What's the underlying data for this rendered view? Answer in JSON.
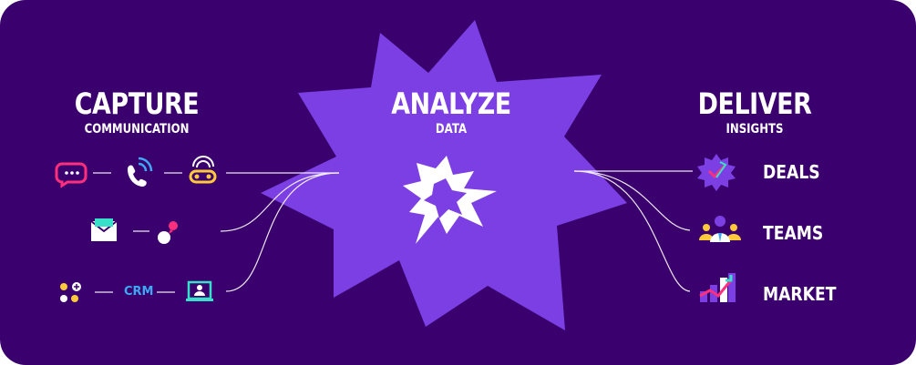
{
  "capture": {
    "title": "CAPTURE",
    "subtitle": "COMMUNICATION"
  },
  "analyze": {
    "title": "ANALYZE",
    "subtitle": "DATA"
  },
  "deliver": {
    "title": "DELIVER",
    "subtitle": "INSIGHTS"
  },
  "sources": {
    "crm_label": "CRM"
  },
  "outputs": [
    {
      "label": "DEALS",
      "icon": "badge-check-icon"
    },
    {
      "label": "TEAMS",
      "icon": "team-people-icon"
    },
    {
      "label": "MARKET",
      "icon": "growth-chart-icon"
    }
  ],
  "colors": {
    "background": "#3a006d",
    "star": "#7b3fe3",
    "pink": "#ff2f7d",
    "blue": "#3fa8f5",
    "yellow": "#ffc93c",
    "teal": "#38e0c9",
    "white": "#ffffff"
  }
}
